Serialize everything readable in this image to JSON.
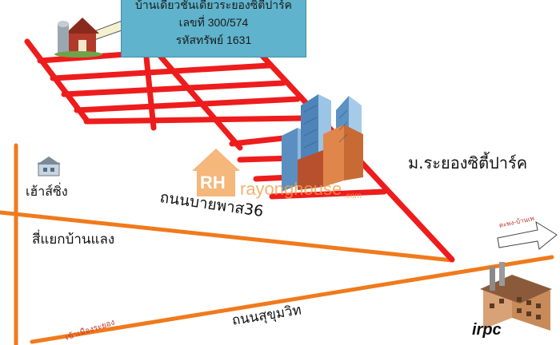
{
  "info_box": {
    "title": "บ้านเดี่ยวชั้นเดียวระยองซิตี้ปาร์ค",
    "lot_number": "เลขที่ 300/574",
    "asset_code": "รหัสทรัพย์ 1631"
  },
  "labels": {
    "bypass_road": "ถนนบายพาส36",
    "sukhumvit_road": "ถนนสุขุมวิท",
    "ban_laeng_junction": "สี่แยกบ้านแลง",
    "housing": "เฮ้าส์ซิ่ง",
    "project": "ม.ระยองซิตี้ปาร์ค",
    "irpc": "irpc",
    "arrow_direction": "ตะพง-บ้านเพ",
    "city_direction": "เข้าเมืองระยอง"
  },
  "watermark": {
    "logo": "RH",
    "text": "rayonghouse",
    "domain": ".com"
  },
  "colors": {
    "grid_road": "#ee1c1c",
    "main_road": "#f07a1c",
    "info_box": "#5fb3cc"
  },
  "icons": [
    "farm-house-icon",
    "city-buildings-icon",
    "small-house-icon",
    "factory-icon",
    "direction-arrow-icon"
  ]
}
